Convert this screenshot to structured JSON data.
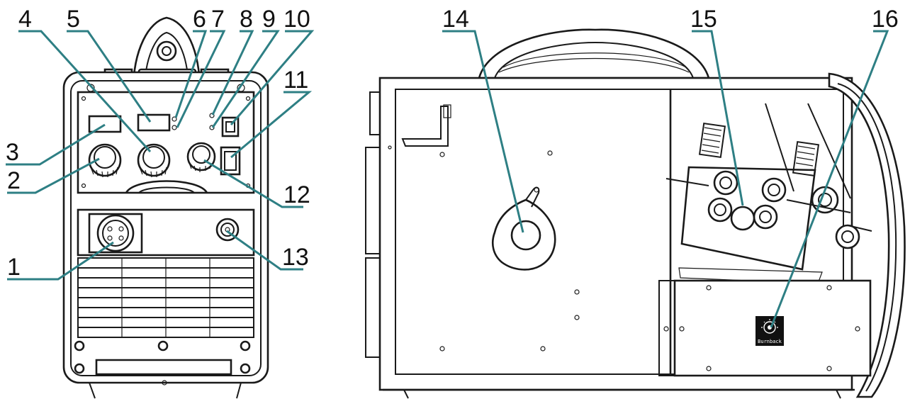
{
  "colors": {
    "leader": "#2e7f84",
    "ink": "#111111",
    "badge_bg": "#111111"
  },
  "callouts": [
    "1",
    "2",
    "3",
    "4",
    "5",
    "6",
    "7",
    "8",
    "9",
    "10",
    "11",
    "12",
    "13",
    "14",
    "15",
    "16"
  ],
  "burnback_badge": {
    "label": "Burnback",
    "icon": "burnback-dial-icon"
  }
}
